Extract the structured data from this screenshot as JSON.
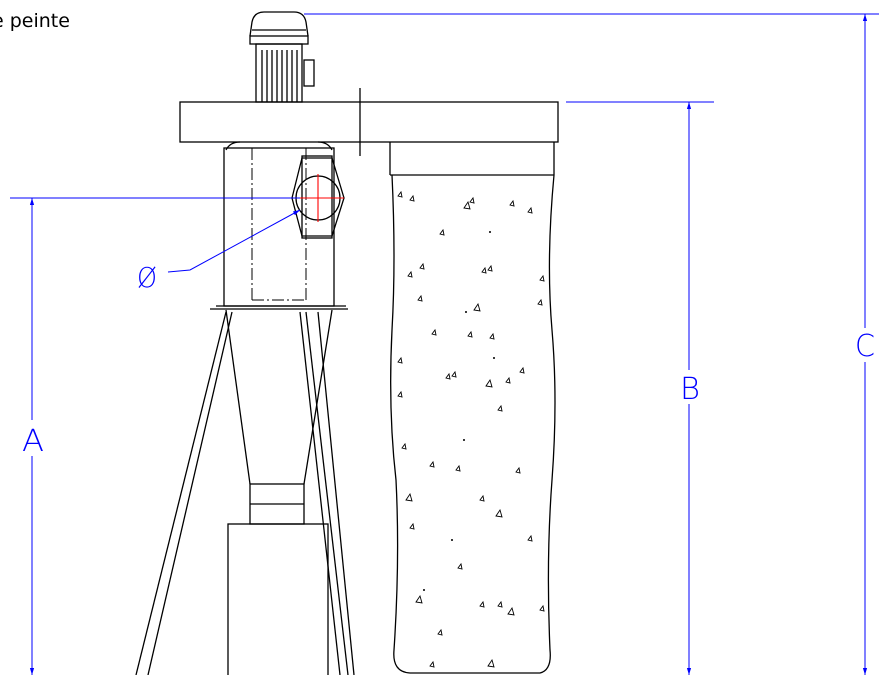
{
  "caption": "e peinte",
  "dimension_labels": {
    "a": "A",
    "b": "B",
    "c": "C",
    "diameter": "Ø"
  },
  "colors": {
    "line": "#000000",
    "dimension": "#0000ff",
    "center_mark": "#ff0000"
  }
}
